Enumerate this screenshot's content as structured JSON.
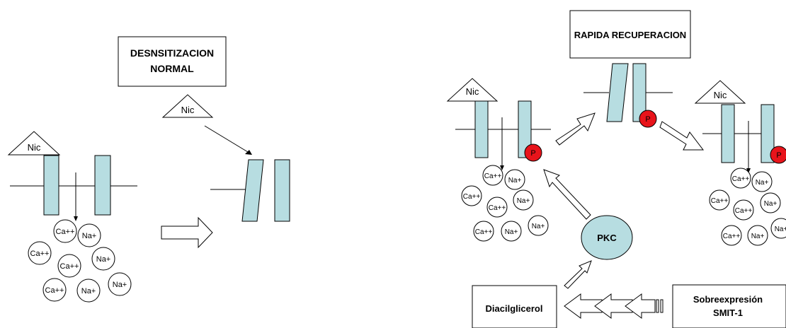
{
  "left_panel": {
    "title_line1": "DESNSITIZACION",
    "title_line2": "NORMAL",
    "nic_label_channel": "Nic",
    "nic_label_floating": "Nic",
    "ions": [
      "Ca++",
      "Na+",
      "Ca++",
      "Na+",
      "Ca++",
      "Ca++",
      "Na+",
      "Na+"
    ]
  },
  "right_panel": {
    "title": "RAPIDA RECUPERACION",
    "nic_label_left": "Nic",
    "nic_label_right": "Nic",
    "phospho_label": "P",
    "pkc_label": "PKC",
    "box_diacil": "Diacilglicerol",
    "box_smit_line1": "Sobreexpresión",
    "box_smit_line2": "SMIT-1",
    "ions_left": [
      "Ca++",
      "Na+",
      "Ca++",
      "Na+",
      "Ca++",
      "Ca++",
      "Na+",
      "Na+"
    ],
    "ions_right": [
      "Ca++",
      "Na+",
      "Ca++",
      "Na+",
      "Ca++",
      "Ca++",
      "Na+",
      "Na+"
    ]
  },
  "colors": {
    "channel_fill": "#b7dde1",
    "phospho_fill": "#e8141b",
    "pkc_fill": "#b7dde1",
    "line": "#000000"
  }
}
